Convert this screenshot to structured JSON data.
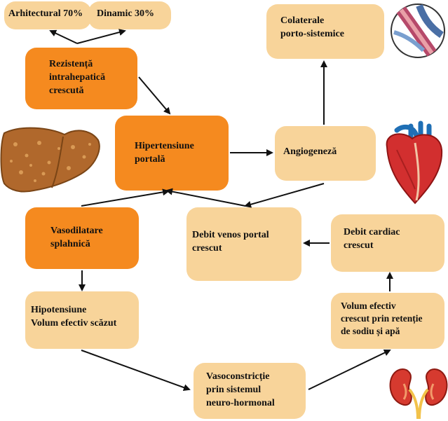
{
  "nodes": {
    "arhitectural": "Arhitectural 70%",
    "dinamic": "Dinamic 30%",
    "rezistenta": "Rezistență\nintrahepatică\ncrescută",
    "colaterale": "Colaterale\nporto-sistemice",
    "hipertensiune": "Hipertensiune\nportală",
    "angiogeneza": "Angiogeneză",
    "vasodilatare": "Vasodilatare\nsplahnică",
    "debit_venos": "Debit venos portal\ncrescut",
    "debit_cardiac": "Debit cardiac\ncrescut",
    "hipotensiune": "Hipotensiune\nVolum efectiv scăzut",
    "volum_efectiv": "Volum efectiv\ncrescut prin retenție\nde sodiu și apă",
    "vasoconstrictie": "Vasoconstricție\nprin sistemul\nneuro-hormonal"
  },
  "colors": {
    "beige": "#f8d49a",
    "orange": "#f58a1f",
    "arrow": "#111111"
  },
  "images": [
    "liver-image",
    "heart-image",
    "blood-vessel-image",
    "kidneys-image"
  ]
}
